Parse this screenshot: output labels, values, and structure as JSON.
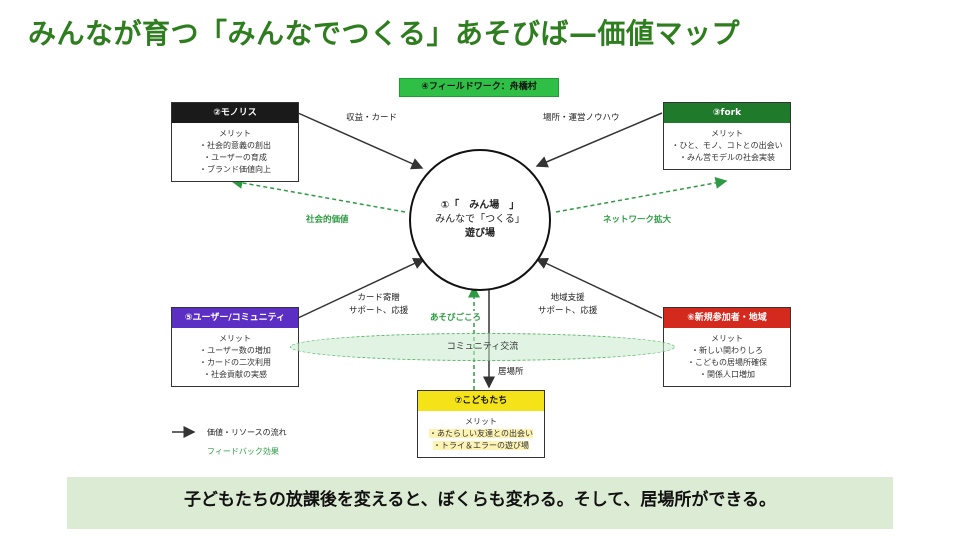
{
  "title": "みんなが育つ「みんなでつくる」あそびば—価値マップ",
  "fieldwork": "④フィールドワーク：舟橋村",
  "center": {
    "line1": "①「　みん場　」",
    "line2": "みんなで「つくる」",
    "line3": "遊び場"
  },
  "nodes": {
    "monolith": {
      "title": "②モノリス",
      "merit": "メリット",
      "items": [
        "・社会的意義の創出",
        "・ユーザーの育成",
        "・ブランド価値向上"
      ],
      "color": "#1a1a1a"
    },
    "fork": {
      "title": "③fork",
      "merit": "メリット",
      "items": [
        "・ひと、モノ、コトとの出会い",
        "・みん営モデルの社会実装"
      ],
      "color": "#207a2c"
    },
    "users": {
      "title": "⑤ユーザー/コミュニティ",
      "merit": "メリット",
      "items": [
        "・ユーザー数の増加",
        "・カードの二次利用",
        "・社会貢献の実感"
      ],
      "color": "#5b2fc4"
    },
    "newcomers": {
      "title": "⑥新規参加者・地域",
      "merit": "メリット",
      "items": [
        "・新しい関わりしろ",
        "・こどもの居場所確保",
        "・関係人口増加"
      ],
      "color": "#d42a1e"
    },
    "kids": {
      "title": "⑦こどもたち",
      "merit": "メリット",
      "items": [
        "・あたらしい友達との出会い",
        "・トライ＆エラーの遊び場"
      ],
      "color": "#f5e31a"
    }
  },
  "edges": {
    "monolith": "収益・カード",
    "fork": "場所・運営ノウハウ",
    "users": [
      "カード寄贈",
      "サポート、応援"
    ],
    "newcomers": [
      "地域支援",
      "サポート、応援"
    ],
    "kids": "居場所"
  },
  "feedback": {
    "social": "社会的価値",
    "network": "ネットワーク拡大",
    "play": "あそびごころ"
  },
  "community": "コミュニティ交流",
  "legend": {
    "flow": "価値・リソースの流れ",
    "feedback": "フィードバック効果"
  },
  "banner": "子どもたちの放課後を変えると、ぼくらも変わる。そして、居場所ができる。",
  "colors": {
    "title": "#2e7d1f",
    "feedback": "#2e9b44",
    "banner": "#dcebd3"
  }
}
